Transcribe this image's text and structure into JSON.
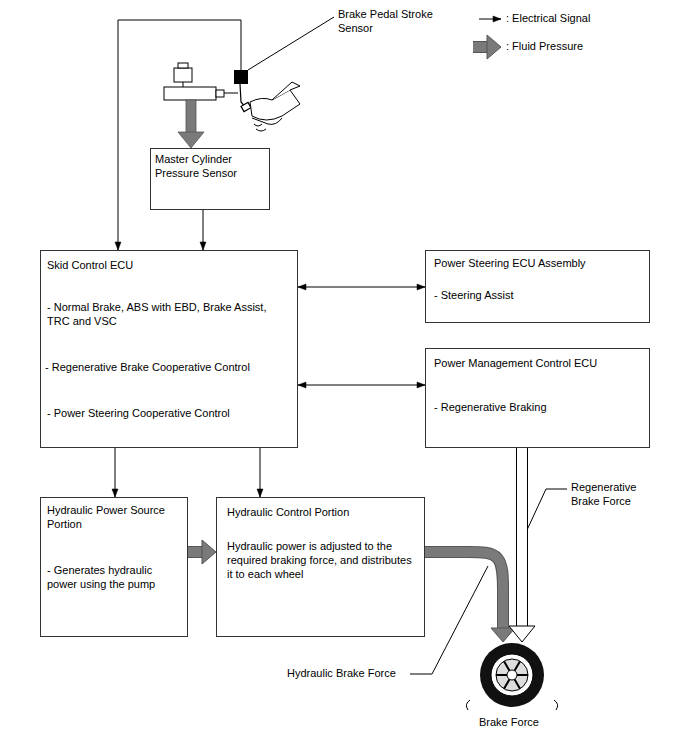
{
  "diagram": {
    "nodes": [
      {
        "text": [
          "Brake Pedal Stroke Sensor"
        ]
      },
      {
        "text": [
          "Master Cylinder Pressure Sensor"
        ]
      },
      {
        "text": [
          "Skid Control ECU",
          "- Normal Brake, ABS with EBD, Brake Assist, TRC and VSC",
          "- Regenerative Brake Cooperative Control",
          "- Power Steering Cooperative Control"
        ]
      },
      {
        "text": [
          "Power Steering ECU Assembly",
          "- Steering Assist"
        ]
      },
      {
        "text": [
          "Power Management Control ECU",
          "- Regenerative Braking"
        ]
      },
      {
        "text": [
          "Hydraulic Power Source Portion",
          "- Generates hydraulic power using the pump"
        ]
      },
      {
        "text": [
          "Hydraulic Control Portion",
          "Hydraulic power is adjusted to the required braking force, and distributes it to each wheel"
        ]
      },
      {
        "text": [
          "Brake Force"
        ]
      }
    ],
    "edges": [
      {
        "from": 0,
        "to": 2,
        "arrow": "to"
      },
      {
        "from": 1,
        "to": 2,
        "arrow": "to"
      },
      {
        "from": 2,
        "to": 3,
        "arrow": "both"
      },
      {
        "from": 2,
        "to": 4,
        "arrow": "both"
      },
      {
        "from": 2,
        "to": 5,
        "arrow": "to"
      },
      {
        "from": 2,
        "to": 6,
        "arrow": "to"
      },
      {
        "from": 5,
        "to": 6,
        "arrow": "to"
      },
      {
        "from": 6,
        "to": 7,
        "arrow": "to"
      },
      {
        "from": 4,
        "to": 7,
        "arrow": "to"
      }
    ],
    "labels": [
      "Regenerative Brake Force",
      "Hydraulic Brake Force"
    ],
    "legend": [
      {
        "text": ": Electrical Signal"
      },
      {
        "text": ": Fluid Pressure"
      }
    ]
  }
}
